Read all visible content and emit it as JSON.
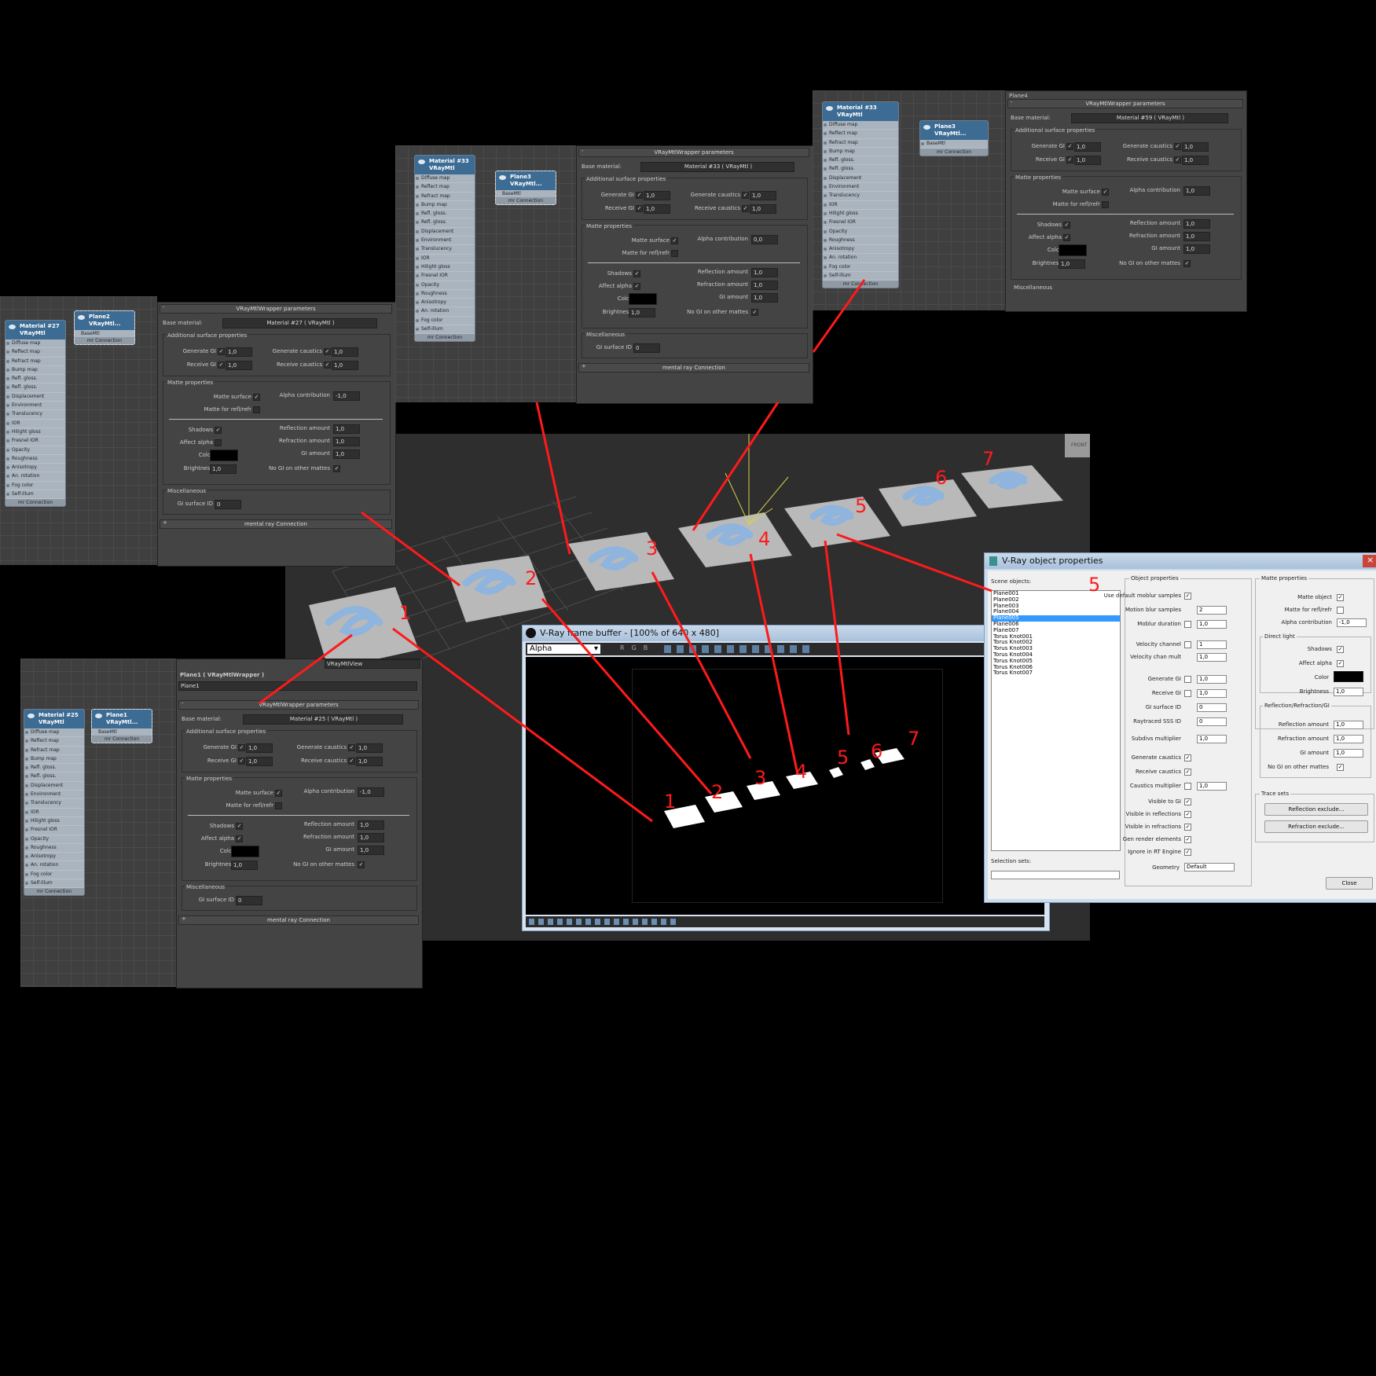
{
  "slots": [
    "Diffuse map",
    "Reflect map",
    "Refract map",
    "Bump map",
    "Refl. gloss.",
    "Refl. gloss.",
    "Displacement",
    "Environment",
    "Translucency",
    "IOR",
    "Hilight gloss",
    "Fresnel IOR",
    "Opacity",
    "Roughness",
    "Anisotropy",
    "An. rotation",
    "Fog color",
    "Self-illum"
  ],
  "mr_connection": "mr Connection",
  "base_mtl_slot": "BaseMtl",
  "labels": {
    "rollout_title": "VRayMtlWrapper parameters",
    "base_material": "Base material:",
    "additional": "Additional surface properties",
    "generate_gi": "Generate GI",
    "receive_gi": "Receive GI",
    "generate_caustics": "Generate caustics",
    "receive_caustics": "Receive caustics",
    "matte": "Matte properties",
    "matte_surface": "Matte surface",
    "alpha_contribution": "Alpha contribution",
    "matte_refl": "Matte for refl/refr",
    "shadows": "Shadows",
    "affect_alpha": "Affect alpha",
    "color": "Color",
    "brightness": "Brightness",
    "reflection_amount": "Reflection amount",
    "refraction_amount": "Refraction amount",
    "gi_amount": "GI amount",
    "no_gi": "No GI on other mattes",
    "misc": "Miscellaneous",
    "gi_surface_id": "GI surface ID",
    "mental_ray": "mental ray Connection",
    "plus": "+",
    "minus": "-"
  },
  "panel_a": {
    "node_title": "Material #27",
    "node_type": "VRayMtl",
    "wrap_title": "Plane2",
    "wrap_type": "VRayMtl...",
    "base_mtl": "Material #27  ( VRayMtl )",
    "gen_gi": "1,0",
    "rec_gi": "1,0",
    "gen_caus": "1,0",
    "rec_caus": "1,0",
    "alpha": "-1,0",
    "refl": "1,0",
    "refr": "1,0",
    "gi_amt": "1,0",
    "bright": "1,0",
    "gi_id": "0"
  },
  "panel_b": {
    "node_title": "Material #33",
    "node_type": "VRayMtl",
    "wrap_title": "Plane3",
    "wrap_type": "VRayMtl...",
    "base_mtl": "Material #33  ( VRayMtl )",
    "gen_gi": "1,0",
    "rec_gi": "1,0",
    "gen_caus": "1,0",
    "rec_caus": "1,0",
    "alpha": "0,0",
    "refl": "1,0",
    "refr": "1,0",
    "gi_amt": "1,0",
    "bright": "1,0",
    "gi_id": "0"
  },
  "panel_c": {
    "node_title": "Material #33",
    "node_type": "VRayMtl",
    "wrap_title": "Plane3",
    "wrap_type": "VRayMtl...",
    "header": "Plane4",
    "base_mtl": "Material #59  ( VRayMtl )",
    "gen_gi": "1,0",
    "rec_gi": "1,0",
    "gen_caus": "1,0",
    "rec_caus": "1,0",
    "alpha": "1,0",
    "refl": "1,0",
    "refr": "1,0",
    "gi_amt": "1,0",
    "bright": "1,0"
  },
  "panel_d": {
    "node_title": "Material #25",
    "node_type": "VRayMtl",
    "wrap_title": "Plane1",
    "wrap_type": "VRayMtl...",
    "view_select": "VRayMtlView",
    "object_title": "Plane1  ( VRayMtlWrapper )",
    "name_field": "Plane1",
    "base_mtl": "Material #25  ( VRayMtl )",
    "gen_gi": "1,0",
    "rec_gi": "1,0",
    "gen_caus": "1,0",
    "rec_caus": "1,0",
    "alpha": "-1,0",
    "refl": "1,0",
    "refr": "1,0",
    "gi_amt": "1,0",
    "bright": "1,0",
    "gi_id": "0"
  },
  "viewport": {
    "numbers": [
      "1",
      "2",
      "3",
      "4",
      "5",
      "6",
      "7"
    ],
    "cube_label": "FRONT"
  },
  "vfb": {
    "title": "V-Ray frame buffer - [100% of 640 x 480]",
    "channel": "Alpha",
    "rgb": [
      "R",
      "G",
      "B"
    ],
    "numbers": [
      "1",
      "2",
      "3",
      "4",
      "5",
      "6",
      "7"
    ]
  },
  "props": {
    "title": "V-Ray object properties",
    "annotation": "5",
    "scene_objects": "Scene objects:",
    "objects": [
      "Plane001",
      "Plane002",
      "Plane003",
      "Plane004",
      "Plane005",
      "Plane006",
      "Plane007",
      "Torus Knot001",
      "Torus Knot002",
      "Torus Knot003",
      "Torus Knot004",
      "Torus Knot005",
      "Torus Knot006",
      "Torus Knot007"
    ],
    "selected": "Plane005",
    "selection_sets": "Selection sets:",
    "object_properties": "Object properties",
    "use_default_moblur": "Use default moblur samples",
    "motion_blur_samples": "Motion blur samples",
    "motion_blur_samples_val": "2",
    "moblur_duration": "Moblur duration",
    "moblur_duration_val": "1,0",
    "velocity_channel": "Velocity channel",
    "velocity_channel_val": "1",
    "velocity_chan_mult": "Velocity chan mult",
    "velocity_chan_mult_val": "1,0",
    "generate_gi": "Generate GI",
    "generate_gi_val": "1,0",
    "receive_gi": "Receive GI",
    "receive_gi_val": "1,0",
    "gi_surface_id": "GI surface ID",
    "gi_surface_id_val": "0",
    "raytraced_sss_id": "Raytraced SSS ID",
    "raytraced_sss_id_val": "0",
    "subdivs_multiplier": "Subdivs multiplier",
    "subdivs_multiplier_val": "1,0",
    "generate_caustics": "Generate caustics",
    "receive_caustics": "Receive caustics",
    "caustics_multiplier": "Caustics multiplier",
    "caustics_multiplier_val": "1,0",
    "visible_to_gi": "Visible to GI",
    "visible_in_reflections": "Visible in reflections",
    "visible_in_refractions": "Visible in refractions",
    "gen_render_elements": "Gen render elements",
    "ignore_rt": "Ignore in RT Engine",
    "geometry": "Geometry",
    "geometry_val": "Default",
    "matte_properties": "Matte properties",
    "matte_object": "Matte object",
    "matte_for_refl": "Matte for refl/refr",
    "alpha_contribution": "Alpha contribution",
    "alpha_contribution_val": "-1,0",
    "direct_light": "Direct light",
    "shadows": "Shadows",
    "affect_alpha": "Affect alpha",
    "color": "Color",
    "brightness": "Brightness",
    "brightness_val": "1,0",
    "refl_group": "Reflection/Refraction/GI",
    "reflection_amount": "Reflection amount",
    "reflection_amount_val": "1,0",
    "refraction_amount": "Refraction amount",
    "refraction_amount_val": "1,0",
    "gi_amount": "GI amount",
    "gi_amount_val": "1,0",
    "no_gi": "No GI on other mattes",
    "trace_sets": "Trace sets",
    "reflection_exclude": "Reflection exclude...",
    "refraction_exclude": "Refraction exclude...",
    "close": "Close"
  },
  "check": "✓",
  "colors": {
    "annotation": "#ff1a1a",
    "node_header": "#3c6b93",
    "selection": "#3399ff"
  }
}
